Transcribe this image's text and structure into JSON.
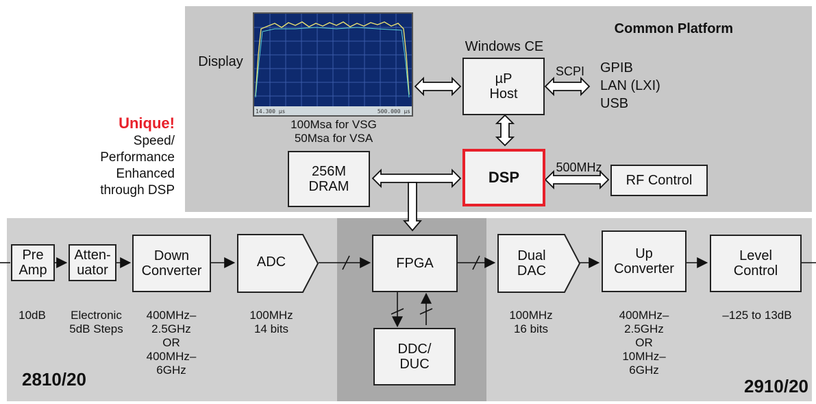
{
  "platform": {
    "title": "Common Platform",
    "display_label": "Display",
    "windows_label": "Windows CE",
    "host_box": "µP\nHost",
    "scpi_label": "SCPI",
    "interfaces": "GPIB\nLAN (LXI)\nUSB",
    "sample_rates": "100Msa for VSG\n50Msa for VSA",
    "dram_box": "256M\nDRAM",
    "dsp_box": "DSP",
    "freq_label": "500MHz",
    "rf_control_box": "RF Control",
    "screen_left_tick": "14.300 µs",
    "screen_right_tick": "500.000 µs"
  },
  "callout": {
    "title": "Unique!",
    "text": "Speed/\nPerformance\nEnhanced\nthrough DSP"
  },
  "signal_chain": {
    "pre_amp": "Pre\nAmp",
    "attenuator": "Atten-\nuator",
    "down_converter": "Down\nConverter",
    "adc": "ADC",
    "fpga": "FPGA",
    "ddc_duc": "DDC/\nDUC",
    "dual_dac": "Dual\nDAC",
    "up_converter": "Up\nConverter",
    "level_control": "Level\nControl"
  },
  "specs": {
    "pre_amp": "10dB",
    "attenuator": "Electronic\n5dB Steps",
    "down_converter": "400MHz–\n2.5GHz\nOR\n400MHz–\n6GHz",
    "adc": "100MHz\n14 bits",
    "dual_dac": "100MHz\n16 bits",
    "up_converter": "400MHz–\n2.5GHz\nOR\n10MHz–\n6GHz",
    "level_control": "–125 to 13dB"
  },
  "models": {
    "left": "2810/20",
    "right": "2910/20"
  },
  "colors": {
    "platform_bg": "#c8c8c8",
    "chain_bg": "#d0d0d0",
    "fpga_bg": "#a9a9a9",
    "accent_red": "#e8202a",
    "screen_bg": "#0e2a6e"
  }
}
